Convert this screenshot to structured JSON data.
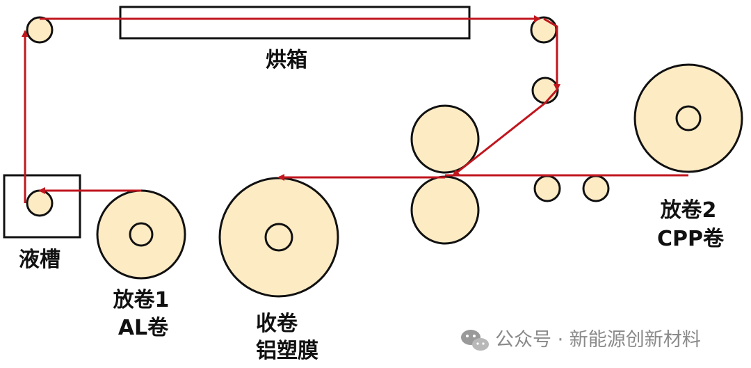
{
  "labels": {
    "oven": "烘箱",
    "tank": "液槽",
    "unwind1_line1": "放卷1",
    "unwind1_line2": "AL卷",
    "rewind_line1": "收卷",
    "rewind_line2": "铝塑膜",
    "unwind2_line1": "放卷2",
    "unwind2_line2": "CPP卷"
  },
  "watermark": {
    "icon": "wechat-icon",
    "text": "公众号 · 新能源创新材料"
  },
  "colors": {
    "roll_fill": "#FDEBC4",
    "outline": "#111111",
    "web_path": "#C0161E",
    "watermark": "#8a8a8a"
  }
}
